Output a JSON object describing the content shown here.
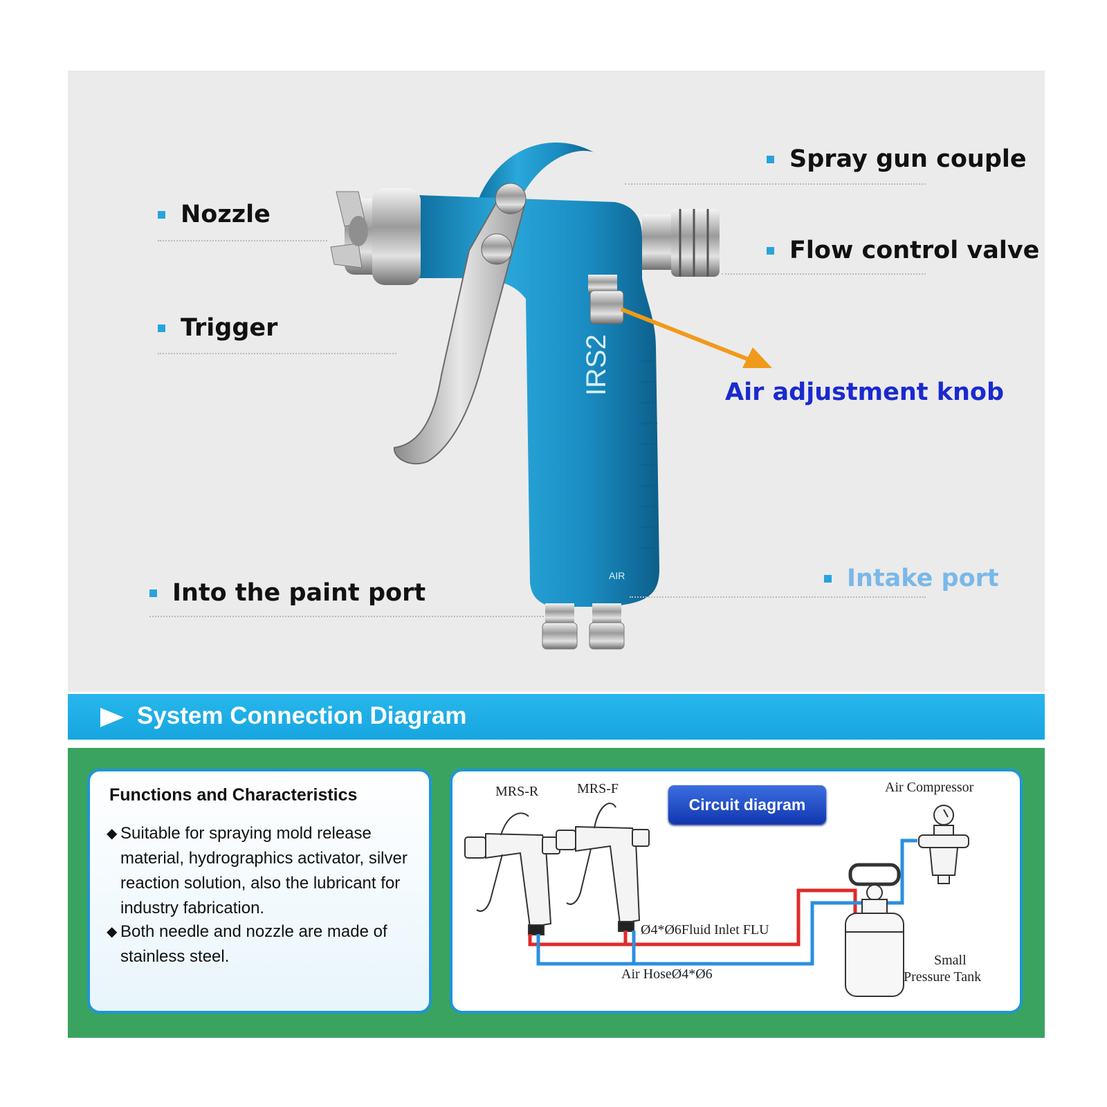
{
  "parts": {
    "nozzle": "Nozzle",
    "trigger": "Trigger",
    "paint_port": "Into the paint port",
    "spray_gun_couple": "Spray gun couple",
    "flow_control_valve": "Flow control valve",
    "air_adjustment_knob": "Air adjustment knob",
    "intake_port": "Intake port",
    "gun_model": "IRS2",
    "gun_air_mark": "AIR"
  },
  "banner": {
    "title": "System Connection Diagram"
  },
  "functions": {
    "title": "Functions and Characteristics",
    "items": [
      "Suitable for spraying mold release material, hydrographics activator, silver reaction solution, also the lubricant for industry fabrication.",
      "Both needle and nozzle are made of stainless steel."
    ]
  },
  "circuit": {
    "button": "Circuit diagram",
    "gun_r": "MRS-R",
    "gun_f": "MRS-F",
    "compressor": "Air Compressor",
    "fluid_inlet": "Ø4*Ø6Fluid Inlet FLU",
    "air_hose": "Air HoseØ4*Ø6",
    "tank_line1": "Small",
    "tank_line2": "Pressure Tank"
  },
  "colors": {
    "accent_blue": "#1ea5df",
    "gun_blue": "#1c8fc4",
    "knob_label": "#1a2ad0",
    "intake_label": "#79b8e8",
    "arrow": "#f09a1a",
    "green_panel": "#3aa35f",
    "fluid_line": "#e02a2a",
    "air_line": "#2a8fe0"
  }
}
